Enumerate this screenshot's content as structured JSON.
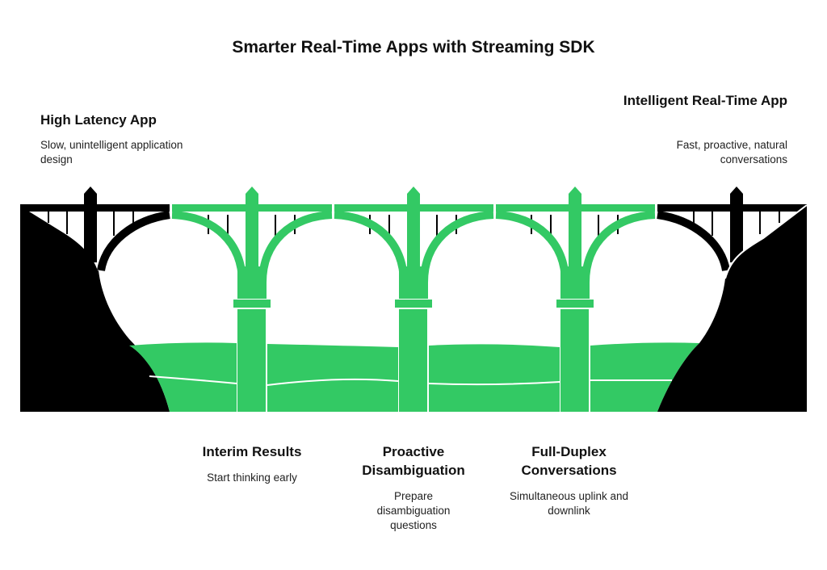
{
  "title": "Smarter Real-Time Apps with Streaming SDK",
  "colors": {
    "accent_green": "#33C964",
    "dark": "#000000",
    "background": "#FFFFFF"
  },
  "endpoints": {
    "left": {
      "heading": "High Latency App",
      "description": "Slow, unintelligent application design"
    },
    "right": {
      "heading": "Intelligent Real-Time App",
      "description": "Fast, proactive, natural conversations"
    }
  },
  "pillars": [
    {
      "heading": "Interim Results",
      "description": "Start thinking early"
    },
    {
      "heading": "Proactive Disambiguation",
      "description": "Prepare disambiguation questions"
    },
    {
      "heading": "Full-Duplex Conversations",
      "description": "Simultaneous uplink and downlink"
    }
  ]
}
